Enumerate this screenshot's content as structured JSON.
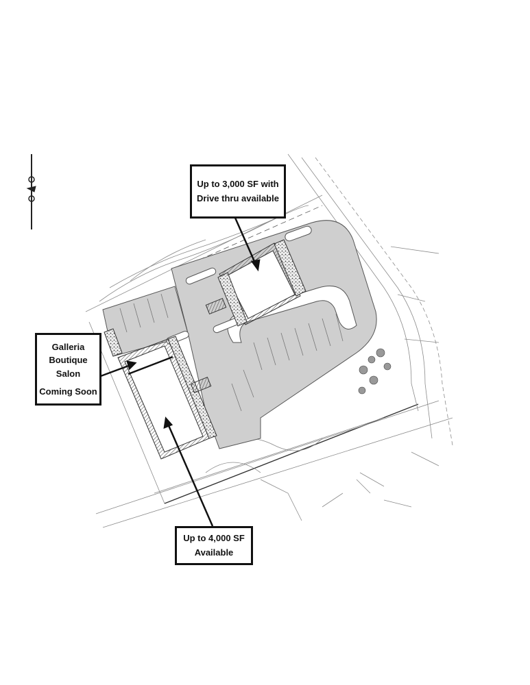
{
  "callouts": {
    "pad_building": {
      "line1": "Up to 3,000 SF with",
      "line2": "Drive thru available"
    },
    "salon": {
      "line1": "Galleria",
      "line2": "Boutique",
      "line3": "Salon",
      "line4": "Coming Soon"
    },
    "inline_building": {
      "line1": "Up to 4,000 SF",
      "line2": "Available"
    }
  },
  "colors": {
    "pavement": "#cfcfcf",
    "outline": "#111111",
    "linework": "#8a8a8a"
  }
}
